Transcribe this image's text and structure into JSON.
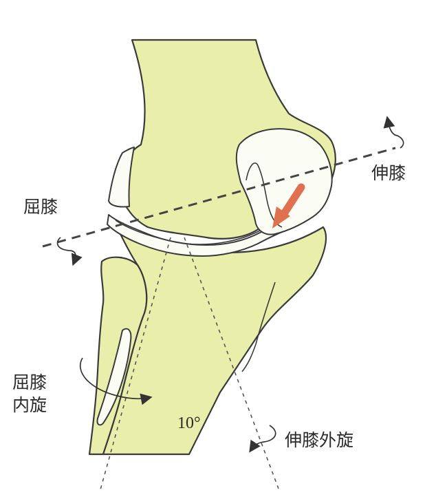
{
  "labels": {
    "flex_knee": "屈膝",
    "extend_knee": "伸膝",
    "flex_internal_rotation_line1": "屈膝",
    "flex_internal_rotation_line2": "内旋",
    "extend_external_rotation": "伸膝外旋",
    "angle": "10°"
  },
  "colors": {
    "bone": "#e9eeaa",
    "cartilage": "#fbfcf4",
    "force_arrow": "#e07050",
    "outline": "#3a3a3a"
  },
  "icons": {
    "force_arrow": "red-force-arrow-icon",
    "flex_rotation": "curved-rotation-arrow-icon",
    "extend_rotation": "curved-rotation-arrow-icon",
    "internal_rotation": "curved-rotation-arrow-icon",
    "external_rotation": "curved-rotation-arrow-icon"
  }
}
